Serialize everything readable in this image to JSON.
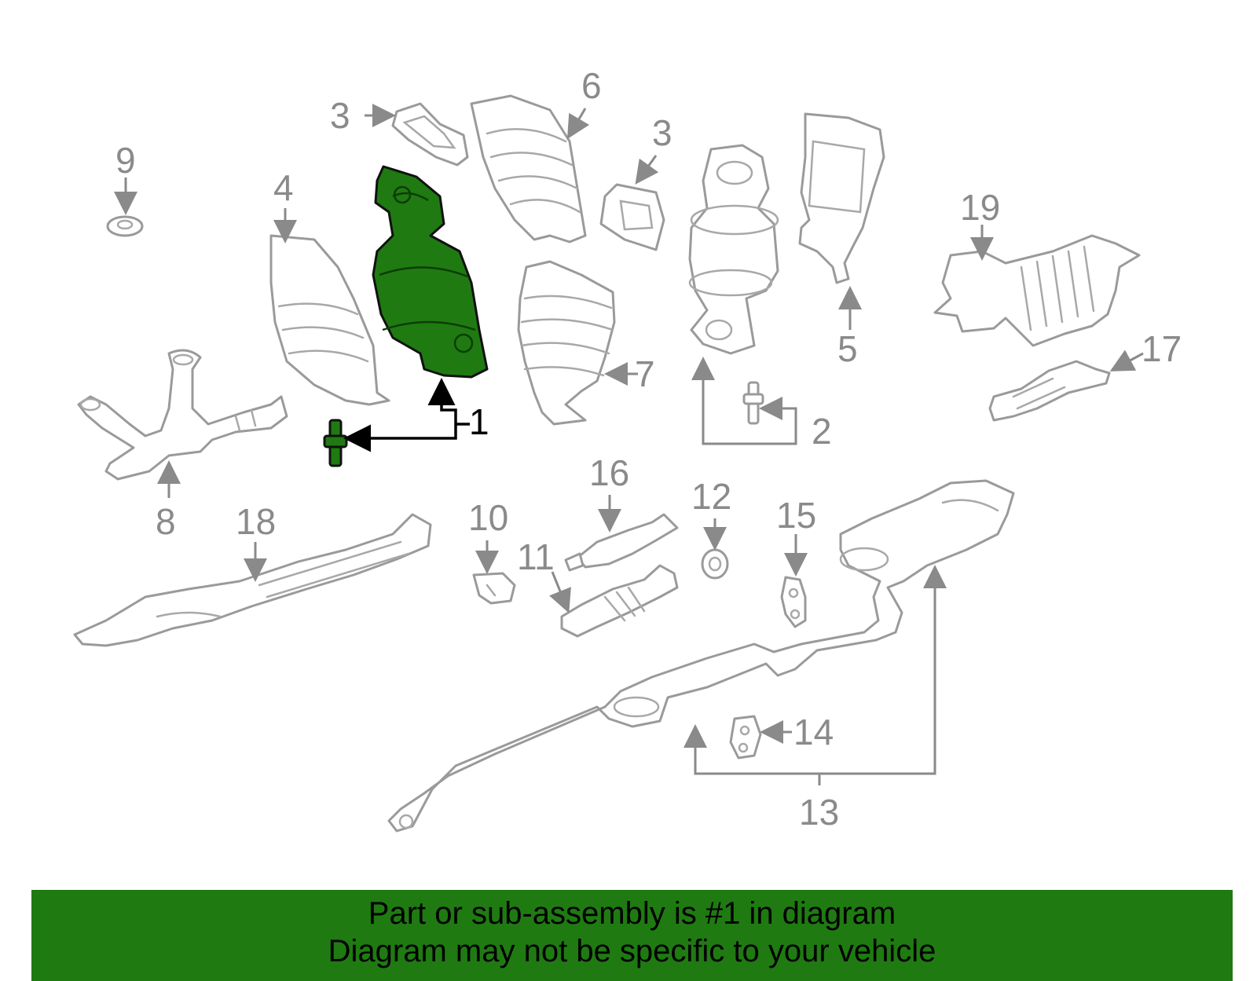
{
  "callouts": [
    "1",
    "2",
    "3",
    "3",
    "4",
    "5",
    "6",
    "7",
    "8",
    "9",
    "10",
    "11",
    "12",
    "13",
    "14",
    "15",
    "16",
    "17",
    "18",
    "19"
  ],
  "highlighted_part": "1",
  "colors": {
    "highlight": "#1f7a12",
    "parts": "#9a9a9a",
    "labels": "#8a8a8a",
    "banner": "#1f7a12"
  },
  "banner": {
    "line1": "Part or sub-assembly is #1 in diagram",
    "line2": "Diagram may not be specific to your vehicle"
  }
}
